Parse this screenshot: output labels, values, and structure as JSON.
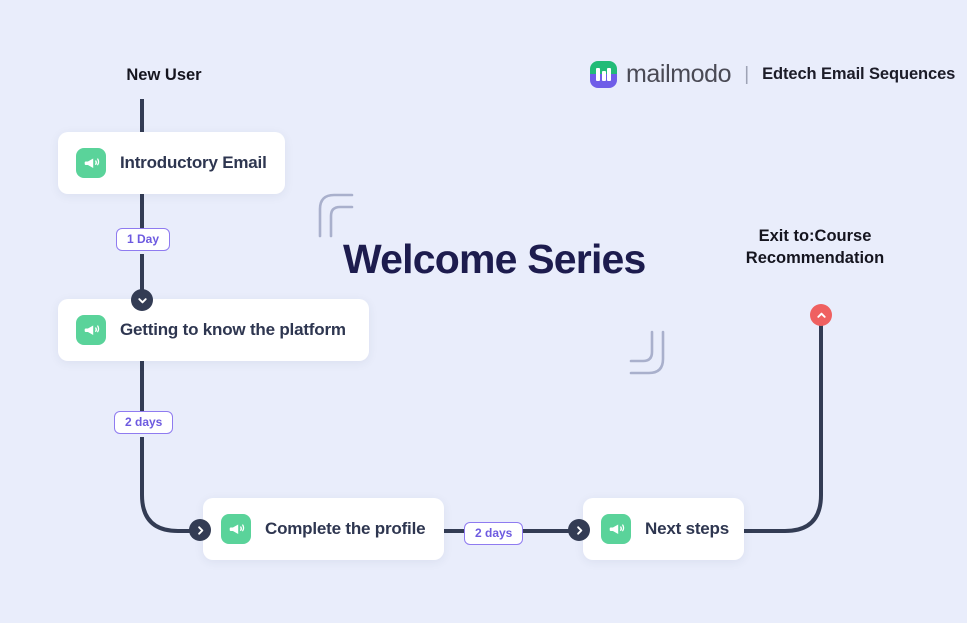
{
  "brand": {
    "logo_icon": "mailmodo-logo-icon",
    "name": "mailmodo",
    "separator": "|",
    "workspace": "Edtech Email Sequences"
  },
  "flow": {
    "title": "Welcome Series",
    "entry_label": "New User",
    "exit_label": "Exit to:Course\nRecommendation",
    "entry_icon": "flow-start-icon",
    "exit_icon": "chevron-up-icon"
  },
  "steps": [
    {
      "id": "step-1",
      "title": "Introductory Email",
      "icon": "megaphone-icon"
    },
    {
      "id": "step-2",
      "title": "Getting to know the platform",
      "icon": "megaphone-icon"
    },
    {
      "id": "step-3",
      "title": "Complete the profile",
      "icon": "megaphone-icon"
    },
    {
      "id": "step-4",
      "title": "Next steps",
      "icon": "megaphone-icon"
    }
  ],
  "delays": [
    {
      "id": "delay-1",
      "label": "1 Day",
      "after_step": "step-1"
    },
    {
      "id": "delay-2",
      "label": "2 days",
      "after_step": "step-2"
    },
    {
      "id": "delay-3",
      "label": "2 days",
      "after_step": "step-3"
    }
  ],
  "markers": [
    {
      "id": "marker-1",
      "icon": "chevron-down-icon"
    },
    {
      "id": "marker-2",
      "icon": "chevron-right-icon"
    },
    {
      "id": "marker-3",
      "icon": "chevron-right-icon"
    },
    {
      "id": "marker-4",
      "icon": "chevron-up-icon"
    }
  ],
  "colors": {
    "canvas_background": "#e9edfb",
    "card_background": "#ffffff",
    "connector": "#333c54",
    "step_icon": "#5ad39a",
    "delay_border": "#8f7bf0",
    "delay_text": "#6d5ae0",
    "exit_marker": "#ef6060",
    "title_text": "#1d1c4e",
    "card_title_text": "#2e3650",
    "brand_green": "#22bb77",
    "brand_purple": "#6f5de8",
    "decorative_arc": "#a9b0cc"
  }
}
